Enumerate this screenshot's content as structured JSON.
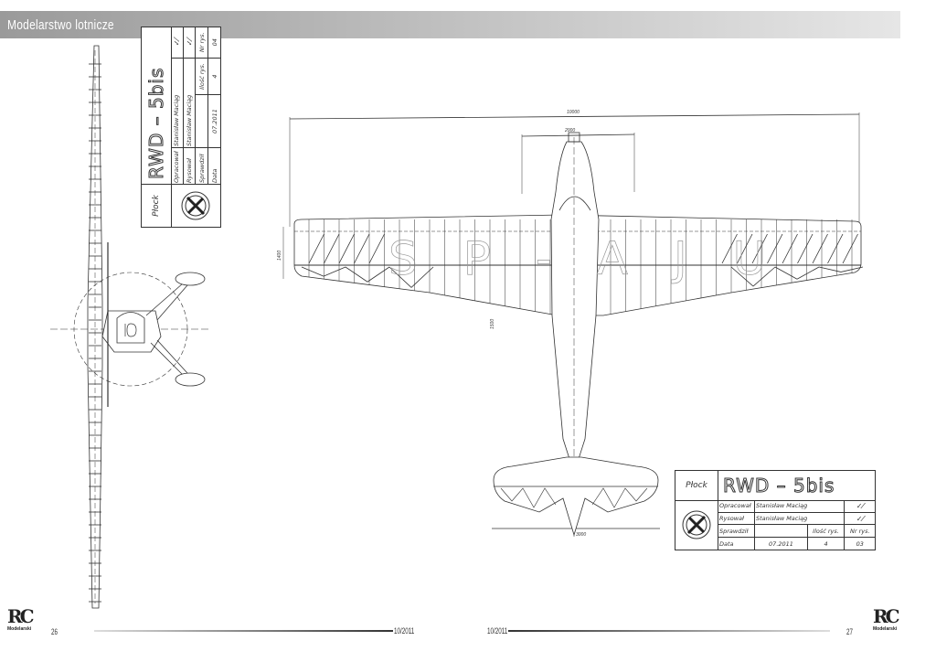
{
  "header": {
    "title": "Modelarstwo lotnicze"
  },
  "drawing": {
    "registration": "SP-AJU",
    "dimensions": {
      "span": "10000",
      "nose": "2000",
      "chord": "1400",
      "root": "1500",
      "tail_span": "3000"
    }
  },
  "title_block_left": {
    "city": "Płock",
    "title": "RWD – 5bis",
    "rows": [
      {
        "label": "Opracował",
        "name": "Stanisław Maciąg",
        "sig": "✓⁄"
      },
      {
        "label": "Rysował",
        "name": "Stanisław Maciąg",
        "sig": "✓⁄"
      },
      {
        "label": "Sprawdził",
        "name": "",
        "qty_label": "Ilość rys.",
        "no_label": "Nr rys."
      },
      {
        "label": "Data",
        "name": "07.2011",
        "qty": "4",
        "no": "04"
      }
    ]
  },
  "title_block_right": {
    "city": "Płock",
    "title": "RWD – 5bis",
    "rows": [
      {
        "label": "Opracował",
        "name": "Stanisław Maciąg",
        "sig": "✓⁄"
      },
      {
        "label": "Rysował",
        "name": "Stanisław Maciąg",
        "sig": "✓⁄"
      },
      {
        "label": "Sprawdził",
        "name": "",
        "qty_label": "Ilość rys.",
        "no_label": "Nr rys."
      },
      {
        "label": "Data",
        "name": "07.2011",
        "qty": "4",
        "no": "03"
      }
    ]
  },
  "footer": {
    "logo": "RC",
    "logo_sub": "Modelarski",
    "page_left": "26",
    "issue_left": "10/2011",
    "issue_right": "10/2011",
    "page_right": "27"
  }
}
